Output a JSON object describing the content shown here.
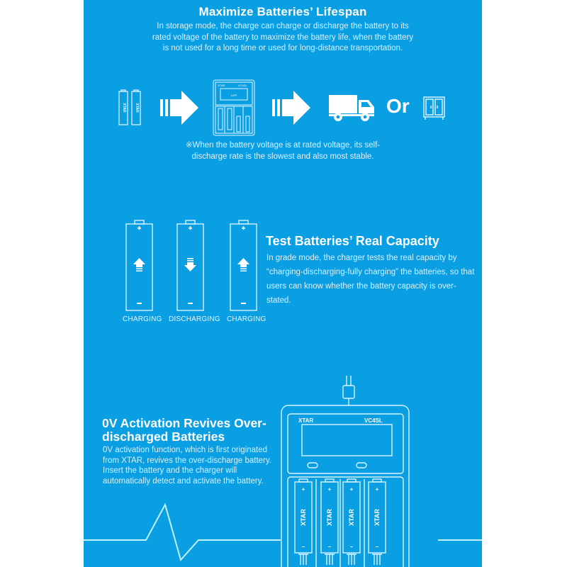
{
  "colors": {
    "background": "#0a9ee2",
    "foreground": "#ffffff",
    "body_text": "#d9f1ff",
    "outline": "#e6f8ff"
  },
  "storage_section": {
    "title": "Maximize Batteries’  Lifespan",
    "body": "In storage mode, the charge can charge or discharge the battery to its rated voltage of the battery to maximize the battery life, when the battery is not used for a long time or used for long-distance transportation.",
    "flow_icons": [
      "battery-pair-icon",
      "arrow-right-icon",
      "charger-icon",
      "arrow-right-icon",
      "truck-icon",
      "cabinet-icon"
    ],
    "or_label": "Or",
    "note": "※When the battery voltage is at rated voltage, its self-discharge rate is the slowest and also most stable."
  },
  "grade_section": {
    "title": "Test Batteries’  Real Capacity",
    "body": "In grade mode, the charger tests the real capacity by “charging-discharging-fully charging” the batteries, so that users can know whether the battery capacity is over-stated.",
    "battery_labels": [
      "CHARGING",
      "DISCHARGING",
      "CHARGING"
    ]
  },
  "activation_section": {
    "title": "0V Activation Revives Over-discharged Batteries",
    "body": "0V activation function, which is first originated from XTAR, revives the over-discharge battery. Insert the battery and the charger will automatically detect and activate the battery."
  },
  "charger": {
    "brand": "XTAR",
    "model": "VC4SL",
    "battery_brand": "XTAR",
    "battery_plus": "+",
    "battery_minus": "–"
  }
}
